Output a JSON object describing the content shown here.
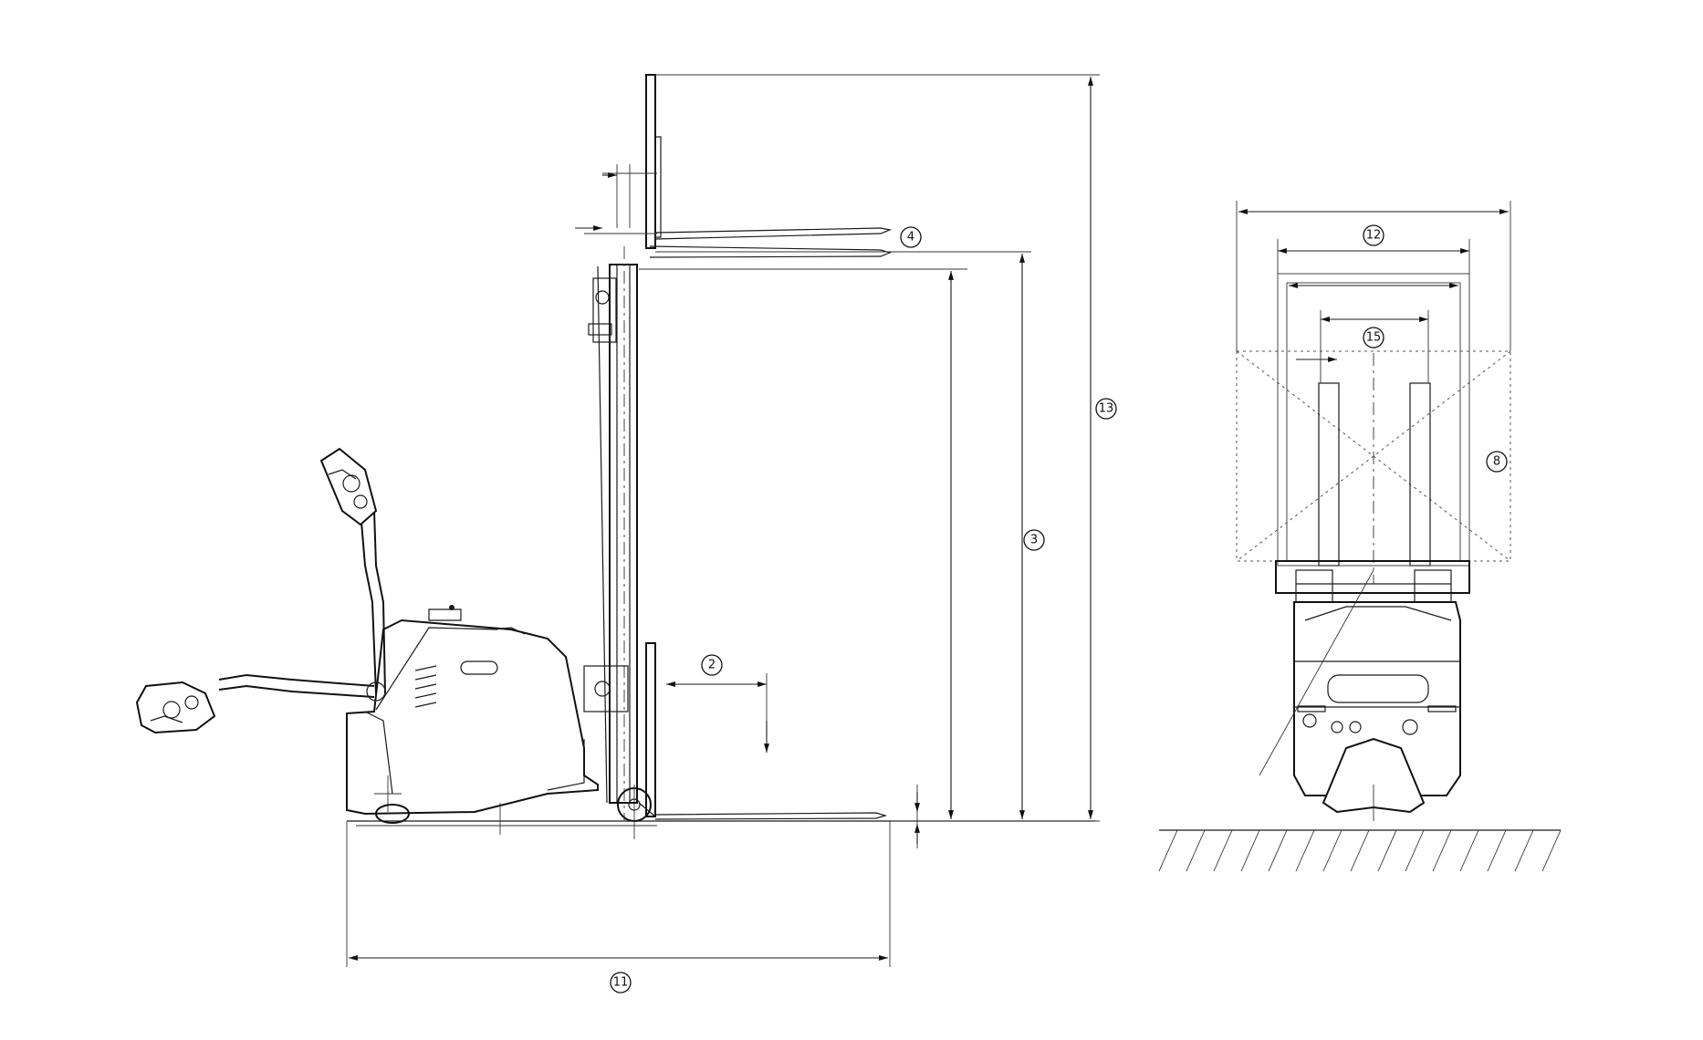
{
  "callouts": {
    "c2": "2",
    "c3": "3",
    "c4": "4",
    "c8": "8",
    "c11": "11",
    "c12": "12",
    "c13": "13",
    "c15": "15"
  }
}
